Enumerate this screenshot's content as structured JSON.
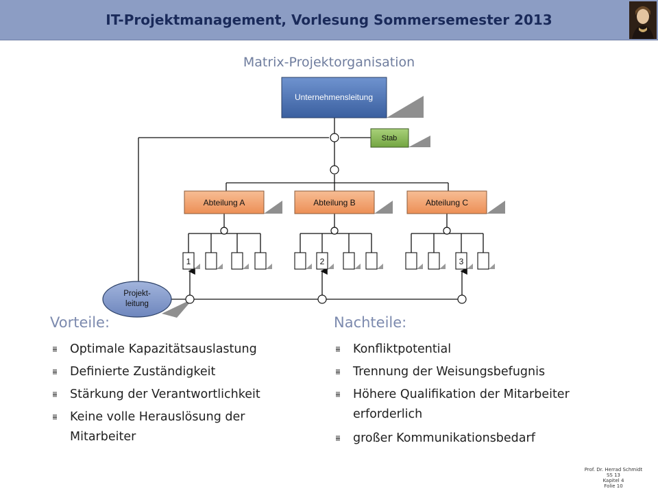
{
  "header": {
    "title": "IT-Projektmanagement, Vorlesung Sommersemester 2013"
  },
  "slide": {
    "title": "Matrix-Projektorganisation"
  },
  "diagram": {
    "top_box": "Unternehmensleitung",
    "staff_box": "Stab",
    "departments": [
      "Abteilung A",
      "Abteilung B",
      "Abteilung C"
    ],
    "project_numbers": [
      "1",
      "2",
      "3"
    ],
    "project_lead_line1": "Projekt-",
    "project_lead_line2": "leitung",
    "colors": {
      "top": "#4f75b5",
      "staff": "#8cbd58",
      "department": "#f2a373",
      "lead": "#8499c9"
    }
  },
  "advantages": {
    "heading": "Vorteile:",
    "items": [
      "Optimale Kapazitätsauslastung",
      "Definierte Zuständigkeit",
      "Stärkung der Verantwortlichkeit",
      "Keine volle Herauslösung der Mitarbeiter"
    ]
  },
  "disadvantages": {
    "heading": "Nachteile:",
    "items": [
      "Konfliktpotential",
      "Trennung der Weisungsbefugnis",
      "Höhere Qualifikation der Mitarbeiter erforderlich",
      "großer Kommunikationsbedarf"
    ]
  },
  "footer": {
    "author": "Prof. Dr. Herrad Schmidt",
    "semester": "SS 13",
    "chapter": "Kapitel 4",
    "slide": "Folie 10"
  }
}
